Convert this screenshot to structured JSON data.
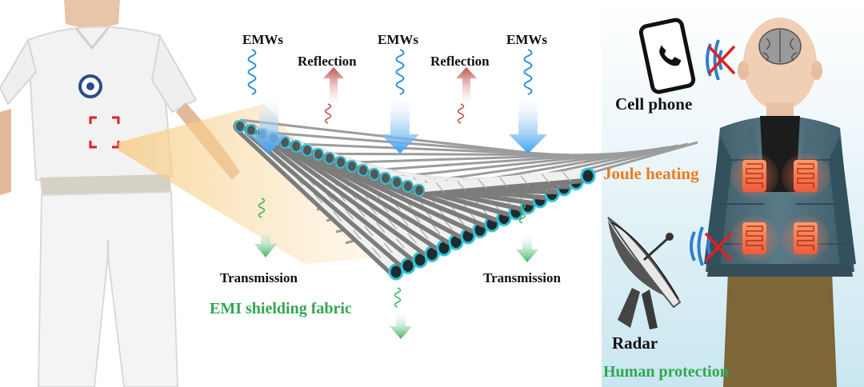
{
  "labels": {
    "emws_1": "EMWs",
    "emws_2": "EMWs",
    "emws_3": "EMWs",
    "reflection_1": "Reflection",
    "reflection_2": "Reflection",
    "transmission_1": "Transmission",
    "transmission_2": "Transmission",
    "fabric_caption": "EMI shielding fabric",
    "joule_heating": "Joule heating",
    "cell_phone": "Cell phone",
    "radar": "Radar",
    "human_protection": "Human protection"
  },
  "colors": {
    "wave_blue": "#2f8fdc",
    "arrow_blue": "#4aa8f0",
    "reflection_red": "#c0504d",
    "transmission_green": "#3cb061",
    "accent_orange": "#f07a1a",
    "cross_red": "#e02020",
    "fiber_teal": "#2ec4d6",
    "panel_bg_top": "#ffffff",
    "panel_bg_bottom": "#cfe8f1"
  },
  "icons": [
    "brain-icon",
    "phone-icon",
    "radar-dish-icon",
    "heater-pad-icon",
    "cross-icon",
    "signal-wave-icon",
    "target-bracket-icon"
  ]
}
